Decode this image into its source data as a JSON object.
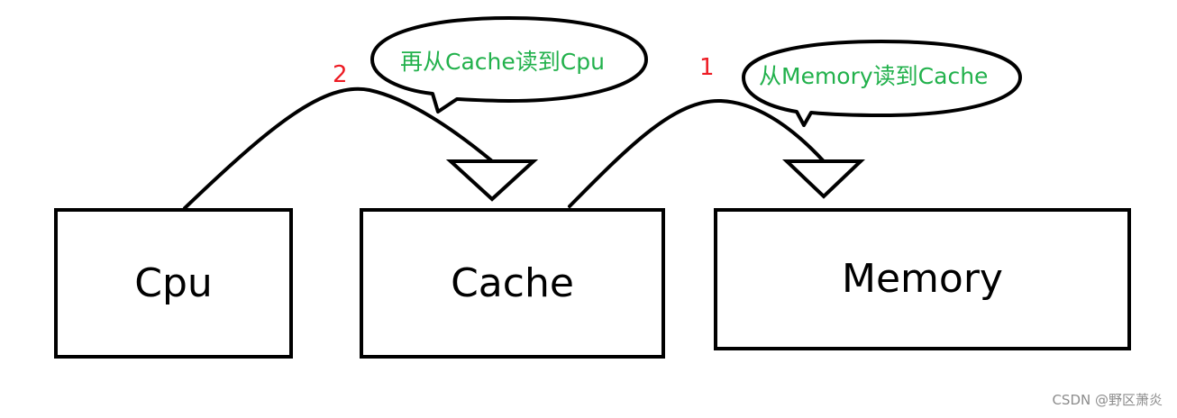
{
  "boxes": {
    "cpu": "Cpu",
    "cache": "Cache",
    "memory": "Memory"
  },
  "bubbles": {
    "cache_to_cpu": "再从Cache读到Cpu",
    "memory_to_cache": "从Memory读到Cache"
  },
  "steps": {
    "first": "1",
    "second": "2"
  },
  "watermark": "CSDN @野区萧炎",
  "colors": {
    "bubble_text": "#22b14c",
    "step_number": "#ed1c24",
    "stroke": "#000000"
  }
}
